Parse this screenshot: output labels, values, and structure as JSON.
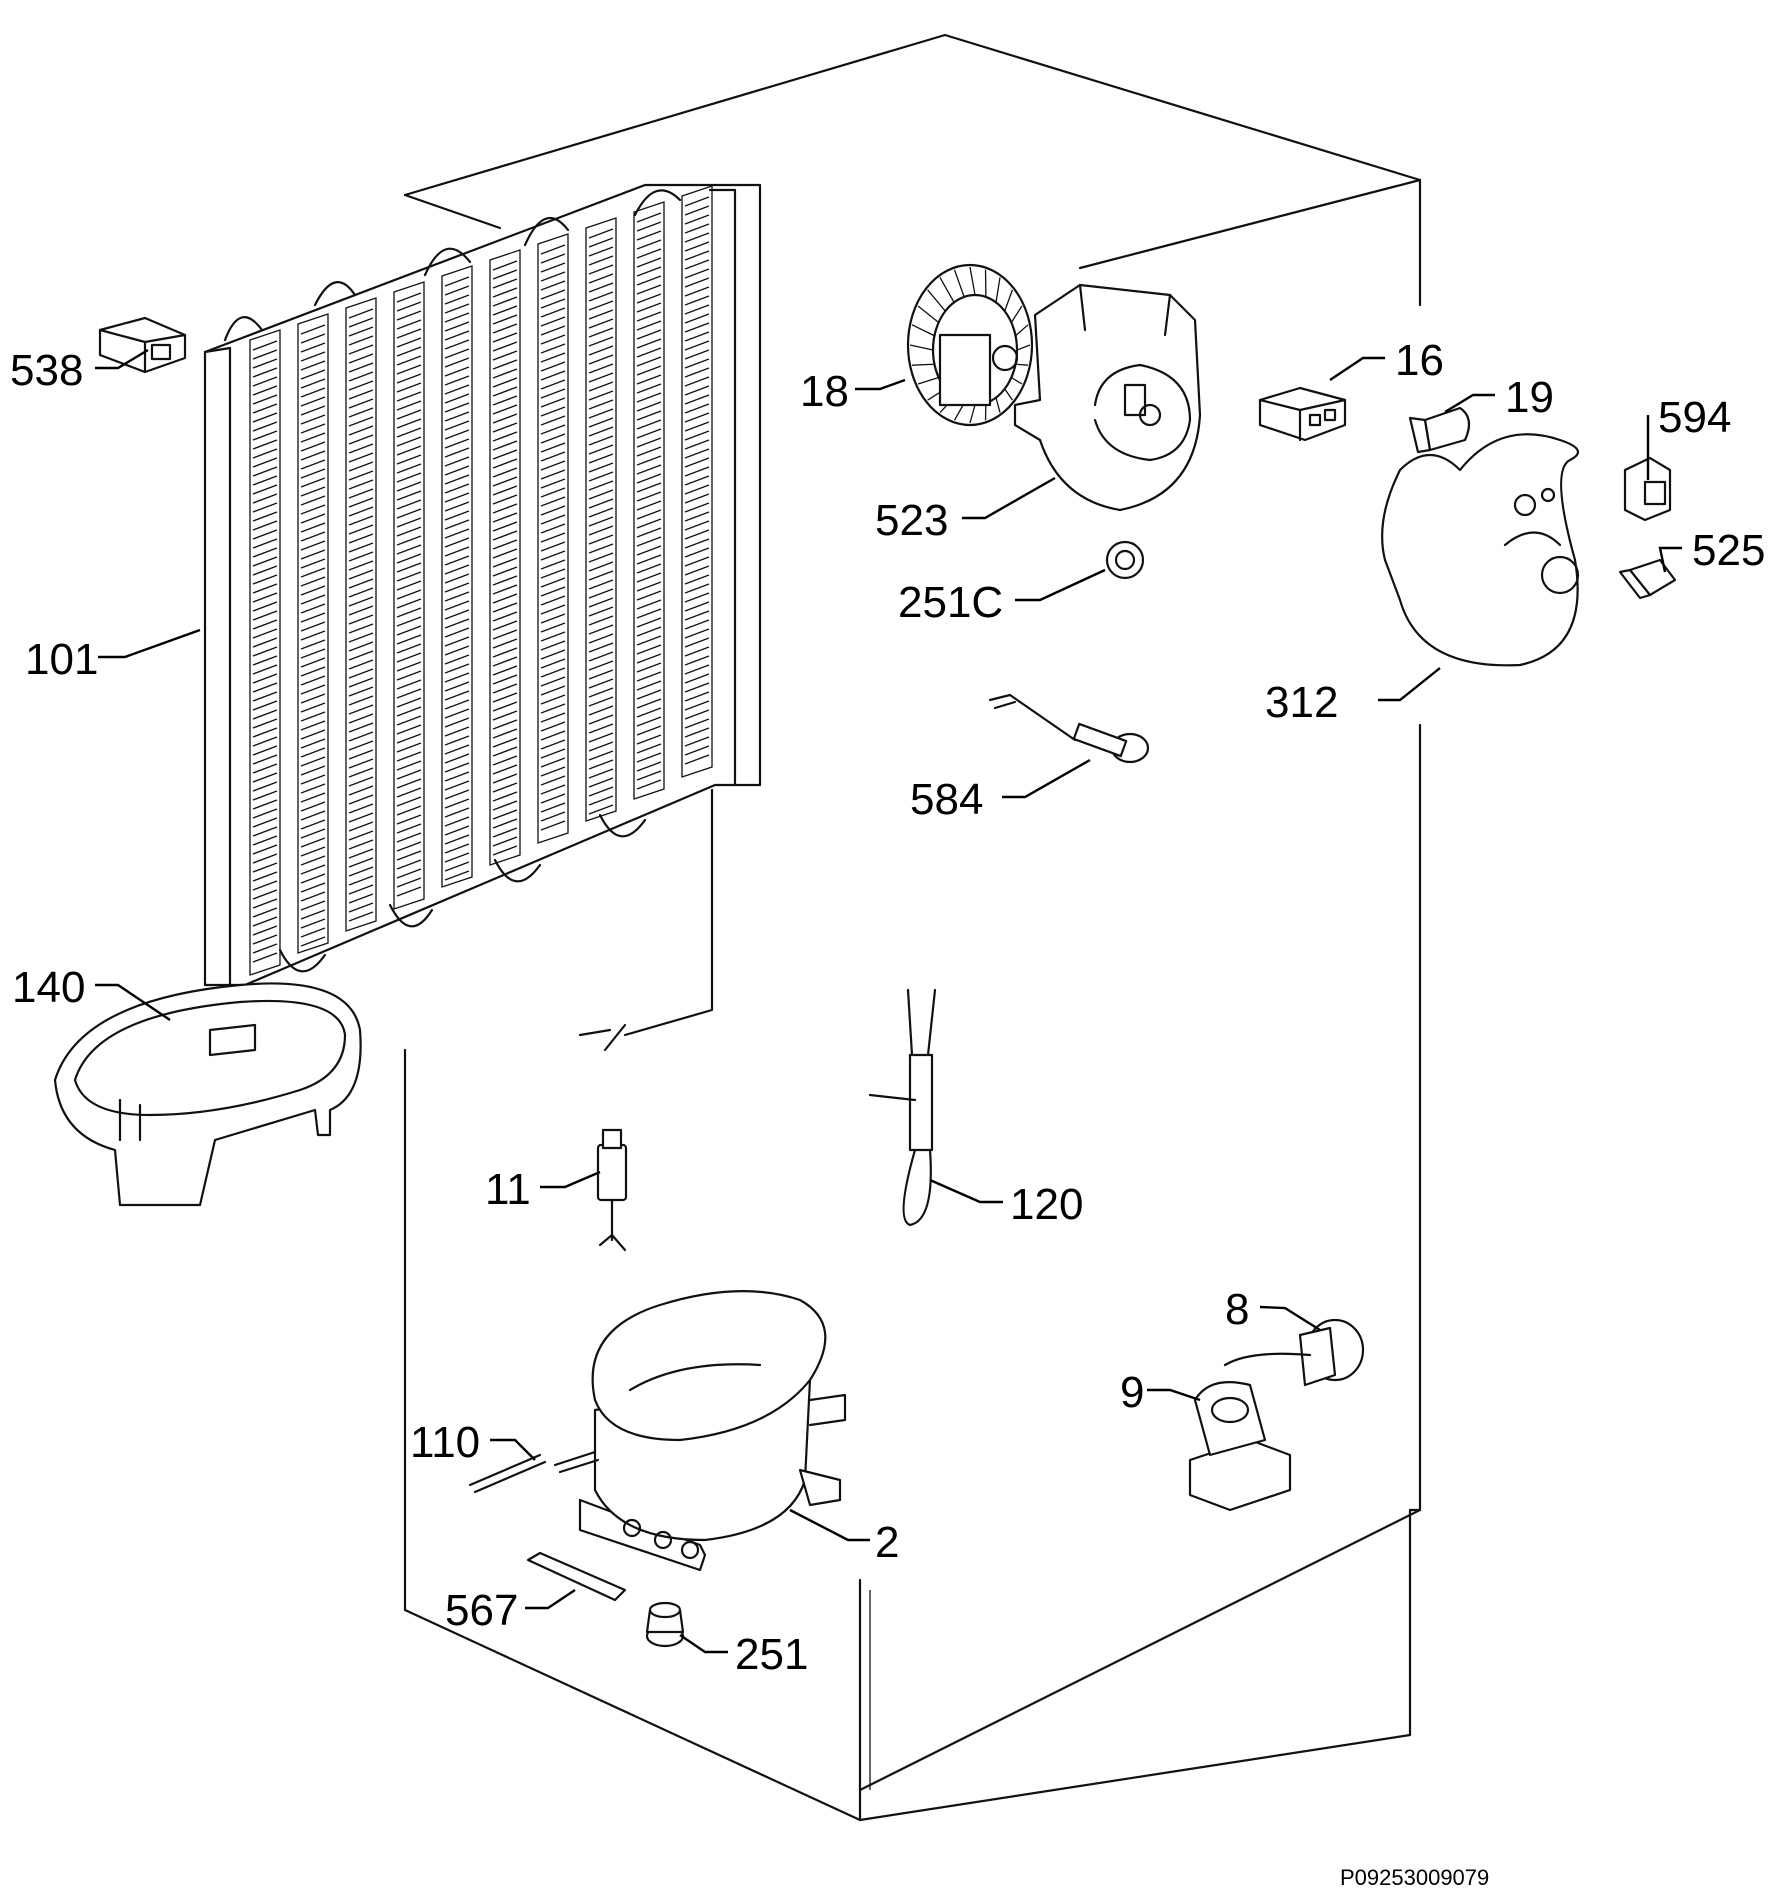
{
  "drawing_code": "P09253009079",
  "callouts": [
    {
      "id": "538",
      "text": "538"
    },
    {
      "id": "101",
      "text": "101"
    },
    {
      "id": "140",
      "text": "140"
    },
    {
      "id": "18",
      "text": "18"
    },
    {
      "id": "523",
      "text": "523"
    },
    {
      "id": "251c",
      "text": "251C"
    },
    {
      "id": "16",
      "text": "16"
    },
    {
      "id": "19",
      "text": "19"
    },
    {
      "id": "594",
      "text": "594"
    },
    {
      "id": "525",
      "text": "525"
    },
    {
      "id": "312",
      "text": "312"
    },
    {
      "id": "584",
      "text": "584"
    },
    {
      "id": "11",
      "text": "11"
    },
    {
      "id": "120",
      "text": "120"
    },
    {
      "id": "110",
      "text": "110"
    },
    {
      "id": "2",
      "text": "2"
    },
    {
      "id": "567",
      "text": "567"
    },
    {
      "id": "251",
      "text": "251"
    },
    {
      "id": "8",
      "text": "8"
    },
    {
      "id": "9",
      "text": "9"
    }
  ]
}
